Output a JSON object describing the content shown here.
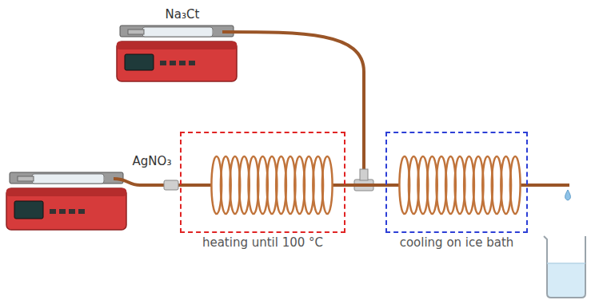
{
  "diagram": {
    "nodes": [
      {
        "text": [
          "heating until 100 °C"
        ]
      },
      {
        "text": [
          "cooling on ice bath"
        ]
      }
    ],
    "edges": [
      {
        "from": 0,
        "to": 1,
        "arrow": "none"
      }
    ],
    "labels": [
      "Na₃Ct",
      "AgNO₃"
    ]
  }
}
